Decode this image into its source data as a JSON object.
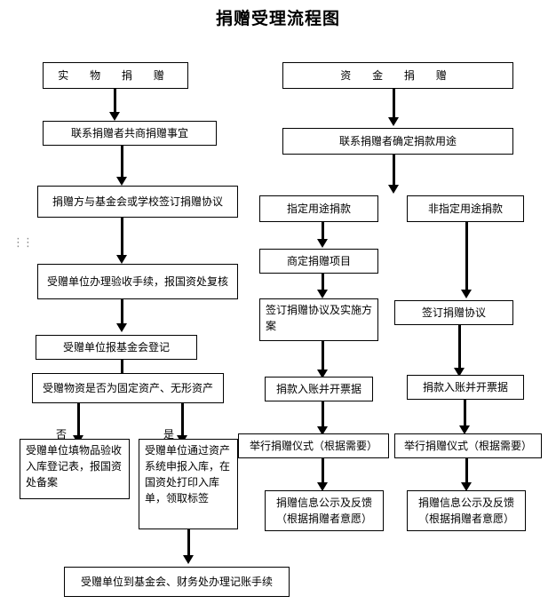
{
  "title": "捐赠受理流程图",
  "left": {
    "header": "实 物 捐 赠",
    "step1": "联系捐赠者共商捐赠事宜",
    "step2": "捐赠方与基金会或学校签订捐赠协议",
    "step3": "受赠单位办理验收手续，报国资处复核",
    "step4": "受赠单位报基金会登记",
    "decision": "受赠物资是否为固定资产、无形资产",
    "no_label": "否",
    "yes_label": "是",
    "no_box": "受赠单位填物品验收入库登记表，报国资处备案",
    "yes_box": "受赠单位通过资产系统申报入库，在国资处打印入库单，领取标签",
    "final": "受赠单位到基金会、财务处办理记账手续"
  },
  "right": {
    "header": "资 金 捐 赠",
    "step1": "联系捐赠者确定捐款用途",
    "designated": {
      "title": "指定用途捐款",
      "s1": "商定捐赠项目",
      "s2": "签订捐赠协议及实施方案",
      "s3": "捐款入账并开票据",
      "s4": "举行捐赠仪式（根据需要）",
      "s5": "捐赠信息公示及反馈（根据捐赠者意愿）"
    },
    "undesignated": {
      "title": "非指定用途捐款",
      "s1": "签订捐赠协议",
      "s2": "捐款入账并开票据",
      "s3": "举行捐赠仪式（根据需要）",
      "s4": "捐赠信息公示及反馈（根据捐赠者意愿）"
    }
  }
}
